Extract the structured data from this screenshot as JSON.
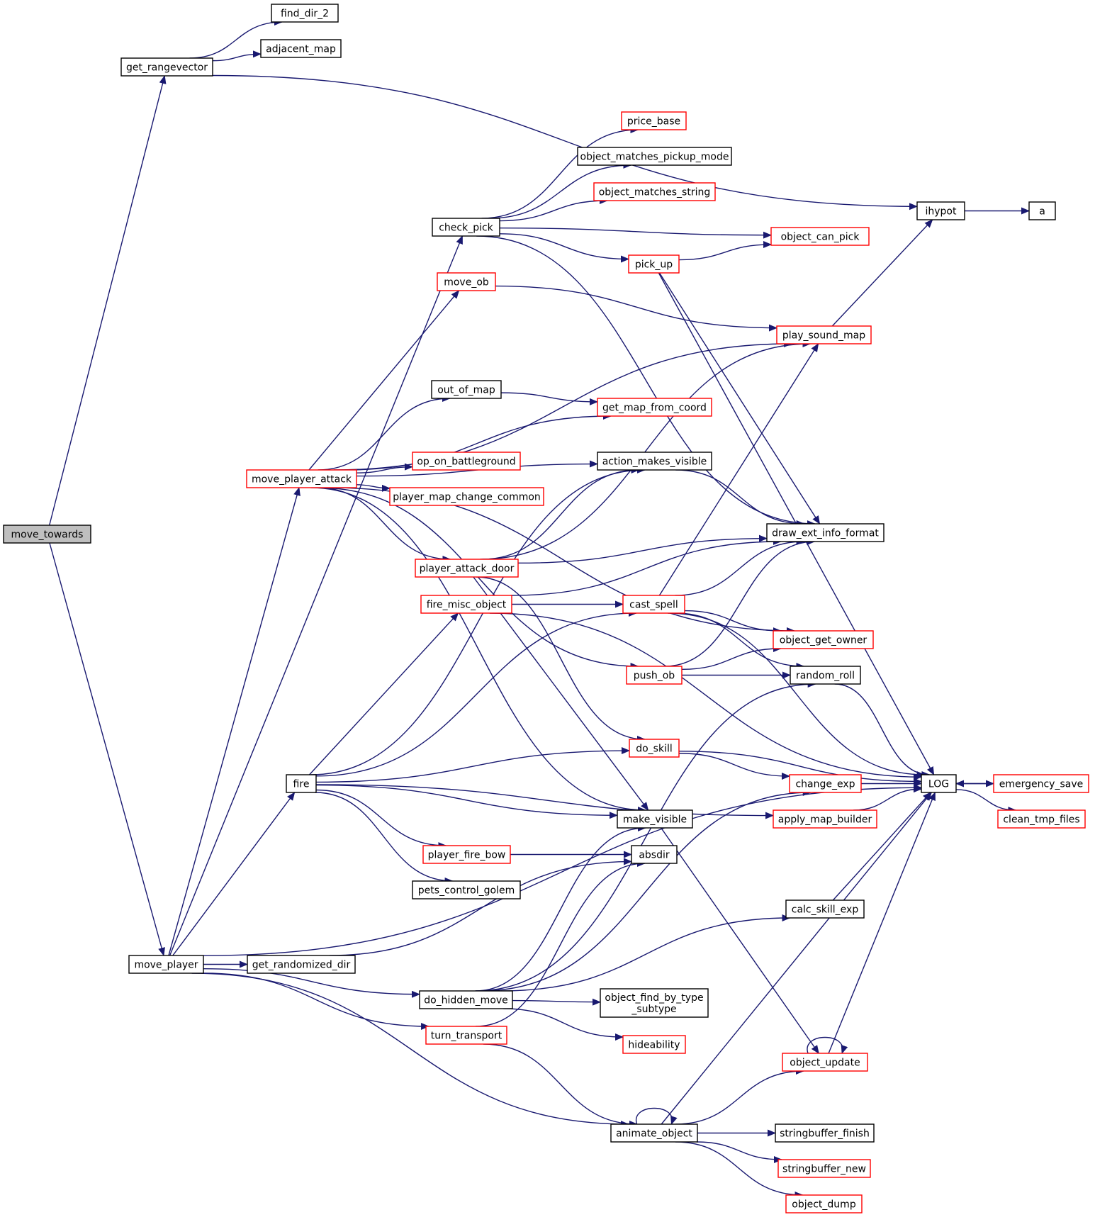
{
  "graph": {
    "root": "move_towards",
    "edge_color": "#191970",
    "box_border_black": "#000000",
    "box_border_red": "#ff0000",
    "root_fill": "#bfbfbf",
    "nodes": [
      {
        "id": "move_towards",
        "label": "move_towards",
        "color": "root"
      },
      {
        "id": "get_rangevector",
        "label": "get_rangevector",
        "color": "black"
      },
      {
        "id": "find_dir_2",
        "label": "find_dir_2",
        "color": "black"
      },
      {
        "id": "adjacent_map",
        "label": "adjacent_map",
        "color": "black"
      },
      {
        "id": "ihypot",
        "label": "ihypot",
        "color": "black"
      },
      {
        "id": "a",
        "label": "a",
        "color": "black"
      },
      {
        "id": "move_player",
        "label": "move_player",
        "color": "black"
      },
      {
        "id": "check_pick",
        "label": "check_pick",
        "color": "black"
      },
      {
        "id": "price_base",
        "label": "price_base",
        "color": "red"
      },
      {
        "id": "object_matches_pickup_mode",
        "label": "object_matches_pickup_mode",
        "color": "black"
      },
      {
        "id": "object_matches_string",
        "label": "object_matches_string",
        "color": "red"
      },
      {
        "id": "object_can_pick",
        "label": "object_can_pick",
        "color": "red"
      },
      {
        "id": "pick_up",
        "label": "pick_up",
        "color": "red"
      },
      {
        "id": "move_ob",
        "label": "move_ob",
        "color": "red"
      },
      {
        "id": "play_sound_map",
        "label": "play_sound_map",
        "color": "red"
      },
      {
        "id": "out_of_map",
        "label": "out_of_map",
        "color": "black"
      },
      {
        "id": "get_map_from_coord",
        "label": "get_map_from_coord",
        "color": "red"
      },
      {
        "id": "op_on_battleground",
        "label": "op_on_battleground",
        "color": "red"
      },
      {
        "id": "action_makes_visible",
        "label": "action_makes_visible",
        "color": "black"
      },
      {
        "id": "move_player_attack",
        "label": "move_player_attack",
        "color": "red"
      },
      {
        "id": "player_map_change_common",
        "label": "player_map_change_common",
        "color": "red"
      },
      {
        "id": "draw_ext_info_format",
        "label": "draw_ext_info_format",
        "color": "black"
      },
      {
        "id": "player_attack_door",
        "label": "player_attack_door",
        "color": "red"
      },
      {
        "id": "fire_misc_object",
        "label": "fire_misc_object",
        "color": "red"
      },
      {
        "id": "cast_spell",
        "label": "cast_spell",
        "color": "red"
      },
      {
        "id": "object_get_owner",
        "label": "object_get_owner",
        "color": "red"
      },
      {
        "id": "push_ob",
        "label": "push_ob",
        "color": "red"
      },
      {
        "id": "random_roll",
        "label": "random_roll",
        "color": "black"
      },
      {
        "id": "do_skill",
        "label": "do_skill",
        "color": "red"
      },
      {
        "id": "fire",
        "label": "fire",
        "color": "black"
      },
      {
        "id": "change_exp",
        "label": "change_exp",
        "color": "red"
      },
      {
        "id": "LOG",
        "label": "LOG",
        "color": "black"
      },
      {
        "id": "emergency_save",
        "label": "emergency_save",
        "color": "red"
      },
      {
        "id": "clean_tmp_files",
        "label": "clean_tmp_files",
        "color": "red"
      },
      {
        "id": "make_visible",
        "label": "make_visible",
        "color": "black"
      },
      {
        "id": "apply_map_builder",
        "label": "apply_map_builder",
        "color": "red"
      },
      {
        "id": "player_fire_bow",
        "label": "player_fire_bow",
        "color": "red"
      },
      {
        "id": "absdir",
        "label": "absdir",
        "color": "black"
      },
      {
        "id": "pets_control_golem",
        "label": "pets_control_golem",
        "color": "black"
      },
      {
        "id": "calc_skill_exp",
        "label": "calc_skill_exp",
        "color": "black"
      },
      {
        "id": "get_randomized_dir",
        "label": "get_randomized_dir",
        "color": "black"
      },
      {
        "id": "do_hidden_move",
        "label": "do_hidden_move",
        "color": "black"
      },
      {
        "id": "object_find_by_type_subtype",
        "label": "object_find_by_type\n_subtype",
        "color": "black"
      },
      {
        "id": "turn_transport",
        "label": "turn_transport",
        "color": "red"
      },
      {
        "id": "hideability",
        "label": "hideability",
        "color": "red"
      },
      {
        "id": "object_update",
        "label": "object_update",
        "color": "red"
      },
      {
        "id": "animate_object",
        "label": "animate_object",
        "color": "black"
      },
      {
        "id": "stringbuffer_finish",
        "label": "stringbuffer_finish",
        "color": "black"
      },
      {
        "id": "stringbuffer_new",
        "label": "stringbuffer_new",
        "color": "red"
      },
      {
        "id": "object_dump",
        "label": "object_dump",
        "color": "red"
      }
    ],
    "edges": [
      [
        "move_towards",
        "get_rangevector"
      ],
      [
        "move_towards",
        "move_player"
      ],
      [
        "get_rangevector",
        "find_dir_2"
      ],
      [
        "get_rangevector",
        "adjacent_map"
      ],
      [
        "get_rangevector",
        "ihypot"
      ],
      [
        "ihypot",
        "a"
      ],
      [
        "move_player",
        "check_pick"
      ],
      [
        "move_player",
        "move_player_attack"
      ],
      [
        "move_player",
        "fire"
      ],
      [
        "move_player",
        "get_randomized_dir"
      ],
      [
        "move_player",
        "do_hidden_move"
      ],
      [
        "move_player",
        "turn_transport"
      ],
      [
        "move_player",
        "LOG"
      ],
      [
        "move_player",
        "animate_object"
      ],
      [
        "check_pick",
        "price_base"
      ],
      [
        "check_pick",
        "object_matches_pickup_mode"
      ],
      [
        "check_pick",
        "object_matches_string"
      ],
      [
        "check_pick",
        "object_can_pick"
      ],
      [
        "check_pick",
        "pick_up"
      ],
      [
        "check_pick",
        "draw_ext_info_format"
      ],
      [
        "pick_up",
        "object_can_pick"
      ],
      [
        "pick_up",
        "draw_ext_info_format"
      ],
      [
        "pick_up",
        "LOG"
      ],
      [
        "move_ob",
        "play_sound_map"
      ],
      [
        "play_sound_map",
        "ihypot"
      ],
      [
        "move_player_attack",
        "move_ob"
      ],
      [
        "move_player_attack",
        "play_sound_map"
      ],
      [
        "move_player_attack",
        "get_map_from_coord"
      ],
      [
        "move_player_attack",
        "out_of_map"
      ],
      [
        "move_player_attack",
        "action_makes_visible"
      ],
      [
        "move_player_attack",
        "op_on_battleground"
      ],
      [
        "move_player_attack",
        "player_map_change_common"
      ],
      [
        "move_player_attack",
        "player_attack_door"
      ],
      [
        "move_player_attack",
        "object_get_owner"
      ],
      [
        "move_player_attack",
        "push_ob"
      ],
      [
        "move_player_attack",
        "make_visible"
      ],
      [
        "out_of_map",
        "get_map_from_coord"
      ],
      [
        "action_makes_visible",
        "draw_ext_info_format"
      ],
      [
        "player_attack_door",
        "action_makes_visible"
      ],
      [
        "player_attack_door",
        "play_sound_map"
      ],
      [
        "player_attack_door",
        "draw_ext_info_format"
      ],
      [
        "player_attack_door",
        "do_skill"
      ],
      [
        "player_attack_door",
        "make_visible"
      ],
      [
        "fire_misc_object",
        "draw_ext_info_format"
      ],
      [
        "fire_misc_object",
        "cast_spell"
      ],
      [
        "fire_misc_object",
        "LOG"
      ],
      [
        "cast_spell",
        "play_sound_map"
      ],
      [
        "cast_spell",
        "draw_ext_info_format"
      ],
      [
        "cast_spell",
        "object_get_owner"
      ],
      [
        "cast_spell",
        "random_roll"
      ],
      [
        "cast_spell",
        "LOG"
      ],
      [
        "push_ob",
        "draw_ext_info_format"
      ],
      [
        "push_ob",
        "object_get_owner"
      ],
      [
        "push_ob",
        "random_roll"
      ],
      [
        "random_roll",
        "LOG"
      ],
      [
        "do_skill",
        "change_exp"
      ],
      [
        "do_skill",
        "LOG"
      ],
      [
        "change_exp",
        "LOG"
      ],
      [
        "fire",
        "action_makes_visible"
      ],
      [
        "fire",
        "fire_misc_object"
      ],
      [
        "fire",
        "cast_spell"
      ],
      [
        "fire",
        "do_skill"
      ],
      [
        "fire",
        "apply_map_builder"
      ],
      [
        "fire",
        "player_fire_bow"
      ],
      [
        "fire",
        "pets_control_golem"
      ],
      [
        "fire",
        "make_visible"
      ],
      [
        "player_fire_bow",
        "absdir"
      ],
      [
        "apply_map_builder",
        "LOG"
      ],
      [
        "make_visible",
        "object_update"
      ],
      [
        "LOG",
        "emergency_save"
      ],
      [
        "LOG",
        "clean_tmp_files"
      ],
      [
        "emergency_save",
        "LOG"
      ],
      [
        "calc_skill_exp",
        "LOG"
      ],
      [
        "get_randomized_dir",
        "absdir"
      ],
      [
        "do_hidden_move",
        "make_visible"
      ],
      [
        "do_hidden_move",
        "random_roll"
      ],
      [
        "do_hidden_move",
        "change_exp"
      ],
      [
        "do_hidden_move",
        "calc_skill_exp"
      ],
      [
        "do_hidden_move",
        "object_find_by_type_subtype"
      ],
      [
        "do_hidden_move",
        "hideability"
      ],
      [
        "turn_transport",
        "absdir"
      ],
      [
        "turn_transport",
        "animate_object"
      ],
      [
        "object_update",
        "object_update"
      ],
      [
        "object_update",
        "LOG"
      ],
      [
        "animate_object",
        "animate_object"
      ],
      [
        "animate_object",
        "object_update"
      ],
      [
        "animate_object",
        "LOG"
      ],
      [
        "animate_object",
        "stringbuffer_finish"
      ],
      [
        "animate_object",
        "stringbuffer_new"
      ],
      [
        "animate_object",
        "object_dump"
      ]
    ]
  }
}
